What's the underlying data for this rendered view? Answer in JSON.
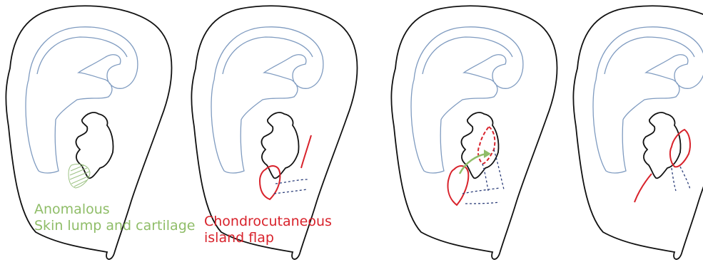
{
  "panels": [
    {
      "label_lines": [
        "Anomalous",
        "Skin lump and cartilage"
      ],
      "label_color": "#8fbd68"
    },
    {
      "label_lines": [
        "Chondrocutaneous",
        "island flap"
      ],
      "label_color": "#d8222b"
    },
    {
      "label_lines": [],
      "label_color": ""
    },
    {
      "label_lines": [],
      "label_color": ""
    }
  ],
  "colors": {
    "outline": "#111111",
    "inner_ear": "#7f9bc0",
    "flap": "#d8222b",
    "anomaly": "#9cc283",
    "incision": "#2a3c78",
    "arrow": "#8fbd68"
  }
}
